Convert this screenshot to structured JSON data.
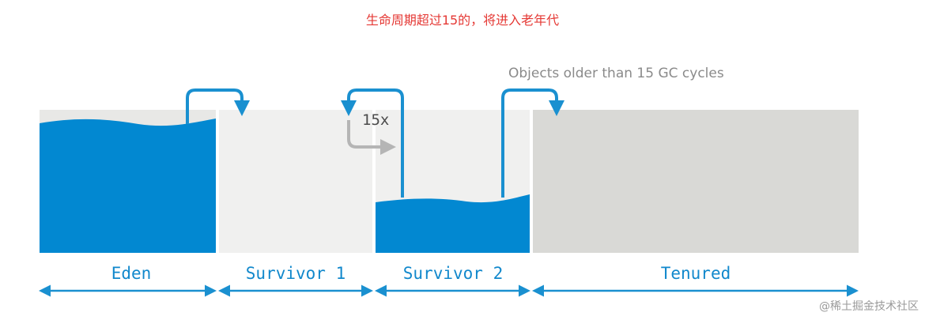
{
  "heading": "生命周期超过15的，将进入老年代",
  "annotation": "Objects older than 15 GC cycles",
  "promotion_count": "15x",
  "regions": [
    {
      "label": "Eden"
    },
    {
      "label": "Survivor 1"
    },
    {
      "label": "Survivor 2"
    },
    {
      "label": "Tenured"
    }
  ],
  "watermark": "@稀土掘金技术社区",
  "colors": {
    "heading": "#e53935",
    "fill_blue": "#0288d1",
    "region_gray": "#f0f0ef",
    "tenured_gray": "#d9d9d6",
    "arrow_blue": "#1a90d0",
    "arrow_gray": "#b5b5b5"
  }
}
